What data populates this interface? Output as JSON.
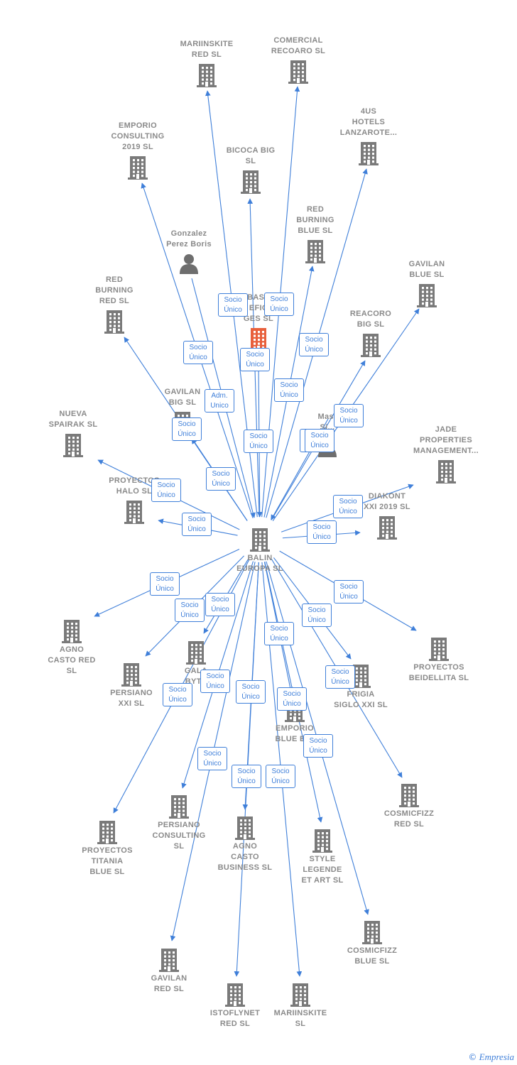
{
  "colors": {
    "link": "#3f7fd9",
    "company": "#7a7a7a",
    "highlight": "#e8603c",
    "person": "#6e6e6e"
  },
  "center": {
    "id": "balin",
    "label": "BALIN\nEUROPA  SL"
  },
  "nodes": [
    {
      "id": "mariinskite_red",
      "label": "MARIINSKITE\nRED  SL",
      "icon": "building-icon"
    },
    {
      "id": "comercial_recoaro",
      "label": "COMERCIAL\nRECOARO  SL",
      "icon": "building-icon"
    },
    {
      "id": "emporio_consulting",
      "label": "EMPORIO\nCONSULTING\n2019  SL",
      "icon": "building-icon"
    },
    {
      "id": "4us_hotels",
      "label": "4US\nHOTELS\nLANZAROTE...",
      "icon": "building-icon"
    },
    {
      "id": "bicoca_big",
      "label": "BICOCA BIG\nSL",
      "icon": "building-icon"
    },
    {
      "id": "red_burning_blue",
      "label": "RED\nBURNING\nBLUE  SL",
      "icon": "building-icon"
    },
    {
      "id": "gonzalez",
      "label": "Gonzalez\nPerez Boris",
      "icon": "person-icon"
    },
    {
      "id": "gavilan_blue",
      "label": "GAVILAN\nBLUE  SL",
      "icon": "building-icon"
    },
    {
      "id": "red_burning_red",
      "label": "RED\nBURNING\nRED  SL",
      "icon": "building-icon"
    },
    {
      "id": "base_efic",
      "label": "BASE\nEFIC\nGES  SL",
      "icon": "building-highlight-icon"
    },
    {
      "id": "reacoro_big",
      "label": "REACORO\nBIG  SL",
      "icon": "building-icon"
    },
    {
      "id": "gavilan_big",
      "label": "GAVILAN\nBIG  SL",
      "icon": "building-icon"
    },
    {
      "id": "masr",
      "label": "Masr\nSi...",
      "icon": "person-icon"
    },
    {
      "id": "nueva_spairak",
      "label": "NUEVA\nSPAIRAK  SL",
      "icon": "building-icon"
    },
    {
      "id": "jade",
      "label": "JADE\nPROPERTIES\nMANAGEMENT...",
      "icon": "building-icon"
    },
    {
      "id": "proyectos_halo",
      "label": "PROYECTOS\nHALO  SL",
      "icon": "building-icon"
    },
    {
      "id": "diakont",
      "label": "DIAKONT\nXXI 2019  SL",
      "icon": "building-icon"
    },
    {
      "id": "agno_casto_red",
      "label": "AGNO\nCASTO RED\nSL",
      "icon": "building-icon"
    },
    {
      "id": "proyectos_beidellita",
      "label": "PROYECTOS\nBEIDELLITA  SL",
      "icon": "building-icon"
    },
    {
      "id": "galaxy",
      "label": "GALA\nBYTE",
      "icon": "building-icon"
    },
    {
      "id": "persiano_xxi",
      "label": "PERSIANO\nXXI  SL",
      "icon": "building-icon"
    },
    {
      "id": "frigia",
      "label": "FRIGIA\nSIGLO XXI  SL",
      "icon": "building-icon"
    },
    {
      "id": "emporio_blue",
      "label": "EMPORIO\nBLUE BIG",
      "icon": "building-icon"
    },
    {
      "id": "cosmicfizz_red",
      "label": "COSMICFIZZ\nRED  SL",
      "icon": "building-icon"
    },
    {
      "id": "persiano_consulting",
      "label": "PERSIANO\nCONSULTING\nSL",
      "icon": "building-icon"
    },
    {
      "id": "proyectos_titania",
      "label": "PROYECTOS\nTITANIA\nBLUE  SL",
      "icon": "building-icon"
    },
    {
      "id": "agno_casto_business",
      "label": "AGNO\nCASTO\nBUSINESS  SL",
      "icon": "building-icon"
    },
    {
      "id": "style_legende",
      "label": "STYLE\nLEGENDE\nET ART  SL",
      "icon": "building-icon"
    },
    {
      "id": "cosmicfizz_blue",
      "label": "COSMICFIZZ\nBLUE  SL",
      "icon": "building-icon"
    },
    {
      "id": "gavilan_red",
      "label": "GAVILAN\nRED  SL",
      "icon": "building-icon"
    },
    {
      "id": "istoflynet",
      "label": "ISTOFLYNET\nRED  SL",
      "icon": "building-icon"
    },
    {
      "id": "mariinskite_sl",
      "label": "MARIINSKITE\nSL",
      "icon": "building-icon"
    }
  ],
  "relations": [
    "Socio\nÚnico",
    "Socio\nÚnico",
    "Socio\nÚnico",
    "Socio\nÚnico",
    "Socio\nÚnico",
    "Adm.\nUnico,...",
    "Adm.\nUnico",
    "Socio\nÚnico",
    "Socio\nÚnico",
    "Socio\nÚnico",
    "Socio\nÚnico",
    "Socio\nÚnico",
    "Socio\nÚnico",
    "Socio\nÚnico",
    "Socio\nÚnico",
    "Socio\nÚnico",
    "Socio\nÚnico",
    "Socio\nÚnico",
    "Socio\nÚnico",
    "Socio\nÚnico",
    "Socio\nÚnico",
    "Socio\nÚnico",
    "Socio\nÚnico",
    "Socio\nÚnico",
    "Socio\nÚnico",
    "Socio\nÚnico",
    "Socio\nÚnico",
    "Socio\nÚnico",
    "Socio\nÚnico",
    "Socio\nÚnico",
    "Socio\nÚnico",
    "Socio\nÚnico"
  ],
  "branding": {
    "copyright": "©",
    "name": "mpresia",
    "initial": "E"
  }
}
